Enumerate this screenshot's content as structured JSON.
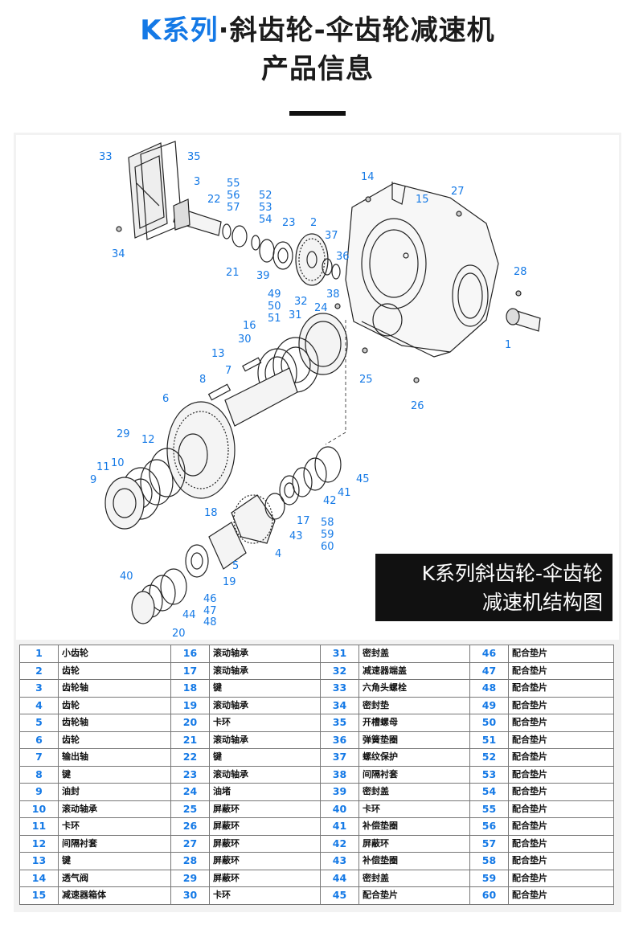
{
  "header": {
    "title_highlight": "K系列",
    "title_rest": "·斜齿轮-伞齿轮减速机",
    "subtitle": "产品信息"
  },
  "diagram": {
    "caption_line1": "K系列斜齿轮-伞齿轮",
    "caption_line2": "减速机结构图",
    "callouts": [
      "33",
      "35",
      "3",
      "55",
      "56",
      "57",
      "22",
      "52",
      "53",
      "54",
      "23",
      "2",
      "37",
      "36",
      "14",
      "15",
      "27",
      "34",
      "21",
      "39",
      "38",
      "49",
      "50",
      "51",
      "32",
      "31",
      "24",
      "28",
      "1",
      "16",
      "13",
      "30",
      "7",
      "8",
      "25",
      "26",
      "6",
      "29",
      "12",
      "10",
      "11",
      "9",
      "45",
      "41",
      "42",
      "18",
      "17",
      "43",
      "58",
      "59",
      "60",
      "5",
      "4",
      "40",
      "19",
      "46",
      "47",
      "48",
      "44",
      "20"
    ]
  },
  "parts": {
    "rows": [
      [
        [
          "1",
          "小齿轮"
        ],
        [
          "16",
          "滚动轴承"
        ],
        [
          "31",
          "密封盖"
        ],
        [
          "46",
          "配合垫片"
        ]
      ],
      [
        [
          "2",
          "齿轮"
        ],
        [
          "17",
          "滚动轴承"
        ],
        [
          "32",
          "减速器端盖"
        ],
        [
          "47",
          "配合垫片"
        ]
      ],
      [
        [
          "3",
          "齿轮轴"
        ],
        [
          "18",
          "键"
        ],
        [
          "33",
          "六角头螺栓"
        ],
        [
          "48",
          "配合垫片"
        ]
      ],
      [
        [
          "4",
          "齿轮"
        ],
        [
          "19",
          "滚动轴承"
        ],
        [
          "34",
          "密封垫"
        ],
        [
          "49",
          "配合垫片"
        ]
      ],
      [
        [
          "5",
          "齿轮轴"
        ],
        [
          "20",
          "卡环"
        ],
        [
          "35",
          "开槽螺母"
        ],
        [
          "50",
          "配合垫片"
        ]
      ],
      [
        [
          "6",
          "齿轮"
        ],
        [
          "21",
          "滚动轴承"
        ],
        [
          "36",
          "弹簧垫圈"
        ],
        [
          "51",
          "配合垫片"
        ]
      ],
      [
        [
          "7",
          "输出轴"
        ],
        [
          "22",
          "键"
        ],
        [
          "37",
          "螺纹保护"
        ],
        [
          "52",
          "配合垫片"
        ]
      ],
      [
        [
          "8",
          "键"
        ],
        [
          "23",
          "滚动轴承"
        ],
        [
          "38",
          "间隔衬套"
        ],
        [
          "53",
          "配合垫片"
        ]
      ],
      [
        [
          "9",
          "油封"
        ],
        [
          "24",
          "油堵"
        ],
        [
          "39",
          "密封盖"
        ],
        [
          "54",
          "配合垫片"
        ]
      ],
      [
        [
          "10",
          "滚动轴承"
        ],
        [
          "25",
          "屏蔽环"
        ],
        [
          "40",
          "卡环"
        ],
        [
          "55",
          "配合垫片"
        ]
      ],
      [
        [
          "11",
          "卡环"
        ],
        [
          "26",
          "屏蔽环"
        ],
        [
          "41",
          "补偿垫圈"
        ],
        [
          "56",
          "配合垫片"
        ]
      ],
      [
        [
          "12",
          "间隔衬套"
        ],
        [
          "27",
          "屏蔽环"
        ],
        [
          "42",
          "屏蔽环"
        ],
        [
          "57",
          "配合垫片"
        ]
      ],
      [
        [
          "13",
          "键"
        ],
        [
          "28",
          "屏蔽环"
        ],
        [
          "43",
          "补偿垫圈"
        ],
        [
          "58",
          "配合垫片"
        ]
      ],
      [
        [
          "14",
          "透气阀"
        ],
        [
          "29",
          "屏蔽环"
        ],
        [
          "44",
          "密封盖"
        ],
        [
          "59",
          "配合垫片"
        ]
      ],
      [
        [
          "15",
          "减速器箱体"
        ],
        [
          "30",
          "卡环"
        ],
        [
          "45",
          "配合垫片"
        ],
        [
          "60",
          "配合垫片"
        ]
      ]
    ]
  },
  "colors": {
    "accent": "#1479e6",
    "text": "#111111",
    "panel": "#f2f2f2"
  }
}
